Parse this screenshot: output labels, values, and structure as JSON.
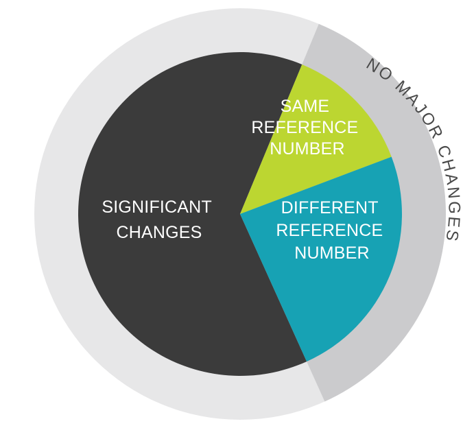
{
  "chart_data": {
    "type": "pie",
    "slices": [
      {
        "label_lines": [
          "SIGNIFICANT",
          "CHANGES"
        ],
        "value": 63,
        "color": "#3b3b3b",
        "text_color": "#ffffff"
      },
      {
        "label_lines": [
          "SAME",
          "REFERENCE",
          "NUMBER"
        ],
        "value": 13,
        "color": "#bcd631",
        "text_color": "#ffffff"
      },
      {
        "label_lines": [
          "DIFFERENT",
          "REFERENCE",
          "NUMBER"
        ],
        "value": 24,
        "color": "#17a2b4",
        "text_color": "#ffffff"
      }
    ],
    "outer_ring": {
      "label": "NO MAJOR CHANGES",
      "groups_slices": [
        "SAME REFERENCE NUMBER",
        "DIFFERENT REFERENCE NUMBER"
      ],
      "highlight_color": "#cbcbcd",
      "base_color": "#e7e7e8",
      "text_color": "#4a4a4a"
    }
  }
}
